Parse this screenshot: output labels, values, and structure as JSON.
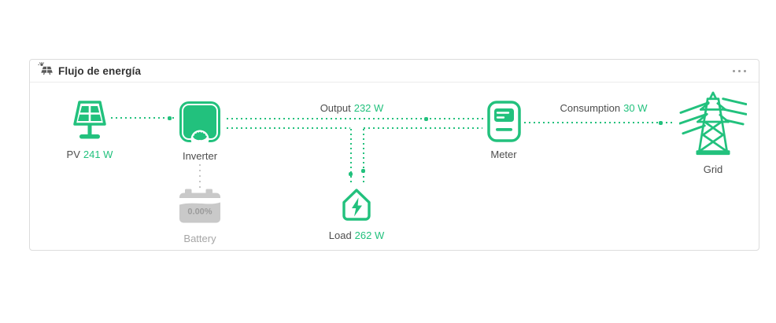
{
  "colors": {
    "accent": "#22c17d",
    "inactive_gray": "#c9c9c9",
    "label_text": "#4d4d4d",
    "muted_text": "#a6a6a6",
    "card_border": "#dcdcdc"
  },
  "card": {
    "title": "Flujo de energía"
  },
  "icons": {
    "header": "solar-panel-icon",
    "menu": "more-options-icon",
    "pv": "solar-panel-icon",
    "inverter": "inverter-icon",
    "battery": "battery-icon",
    "load": "house-lightning-icon",
    "meter": "meter-icon",
    "grid": "transmission-tower-icon"
  },
  "nodes": {
    "pv": {
      "name": "PV",
      "value": "241 W"
    },
    "inverter": {
      "name": "Inverter"
    },
    "battery": {
      "name": "Battery",
      "soc": "0.00%"
    },
    "load": {
      "name": "Load",
      "value": "262 W"
    },
    "meter": {
      "name": "Meter"
    },
    "grid": {
      "name": "Grid"
    }
  },
  "flows": {
    "output": {
      "name": "Output",
      "value": "232 W"
    },
    "consumption": {
      "name": "Consumption",
      "value": "30 W"
    }
  }
}
